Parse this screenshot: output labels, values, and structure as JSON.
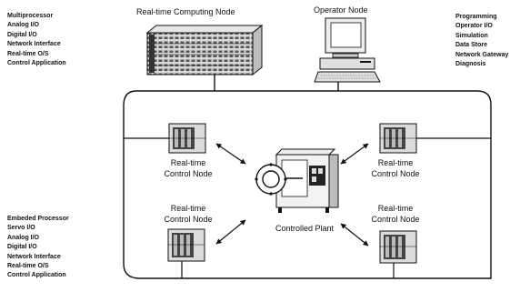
{
  "top_nodes": {
    "computing": "Real-time Computing Node",
    "operator": "Operator Node"
  },
  "left_top_features": [
    "Multiprocessor",
    "Analog I/O",
    "Digital I/O",
    "Network Interface",
    "Real-time O/S",
    "Control Application"
  ],
  "right_top_features": [
    "Programming",
    "Operator I/O",
    "Simulation",
    "Data Store",
    "Network Gateway",
    "Diagnosis"
  ],
  "control_node_label": [
    "Real-time",
    "Control Node"
  ],
  "plant_label": "Controlled Plant",
  "left_bottom_features": [
    "Embeded Processor",
    "Servo I/O",
    "Analog I/O",
    "Digital I/O",
    "Network Interface",
    "Real-time O/S",
    "Control Application"
  ]
}
